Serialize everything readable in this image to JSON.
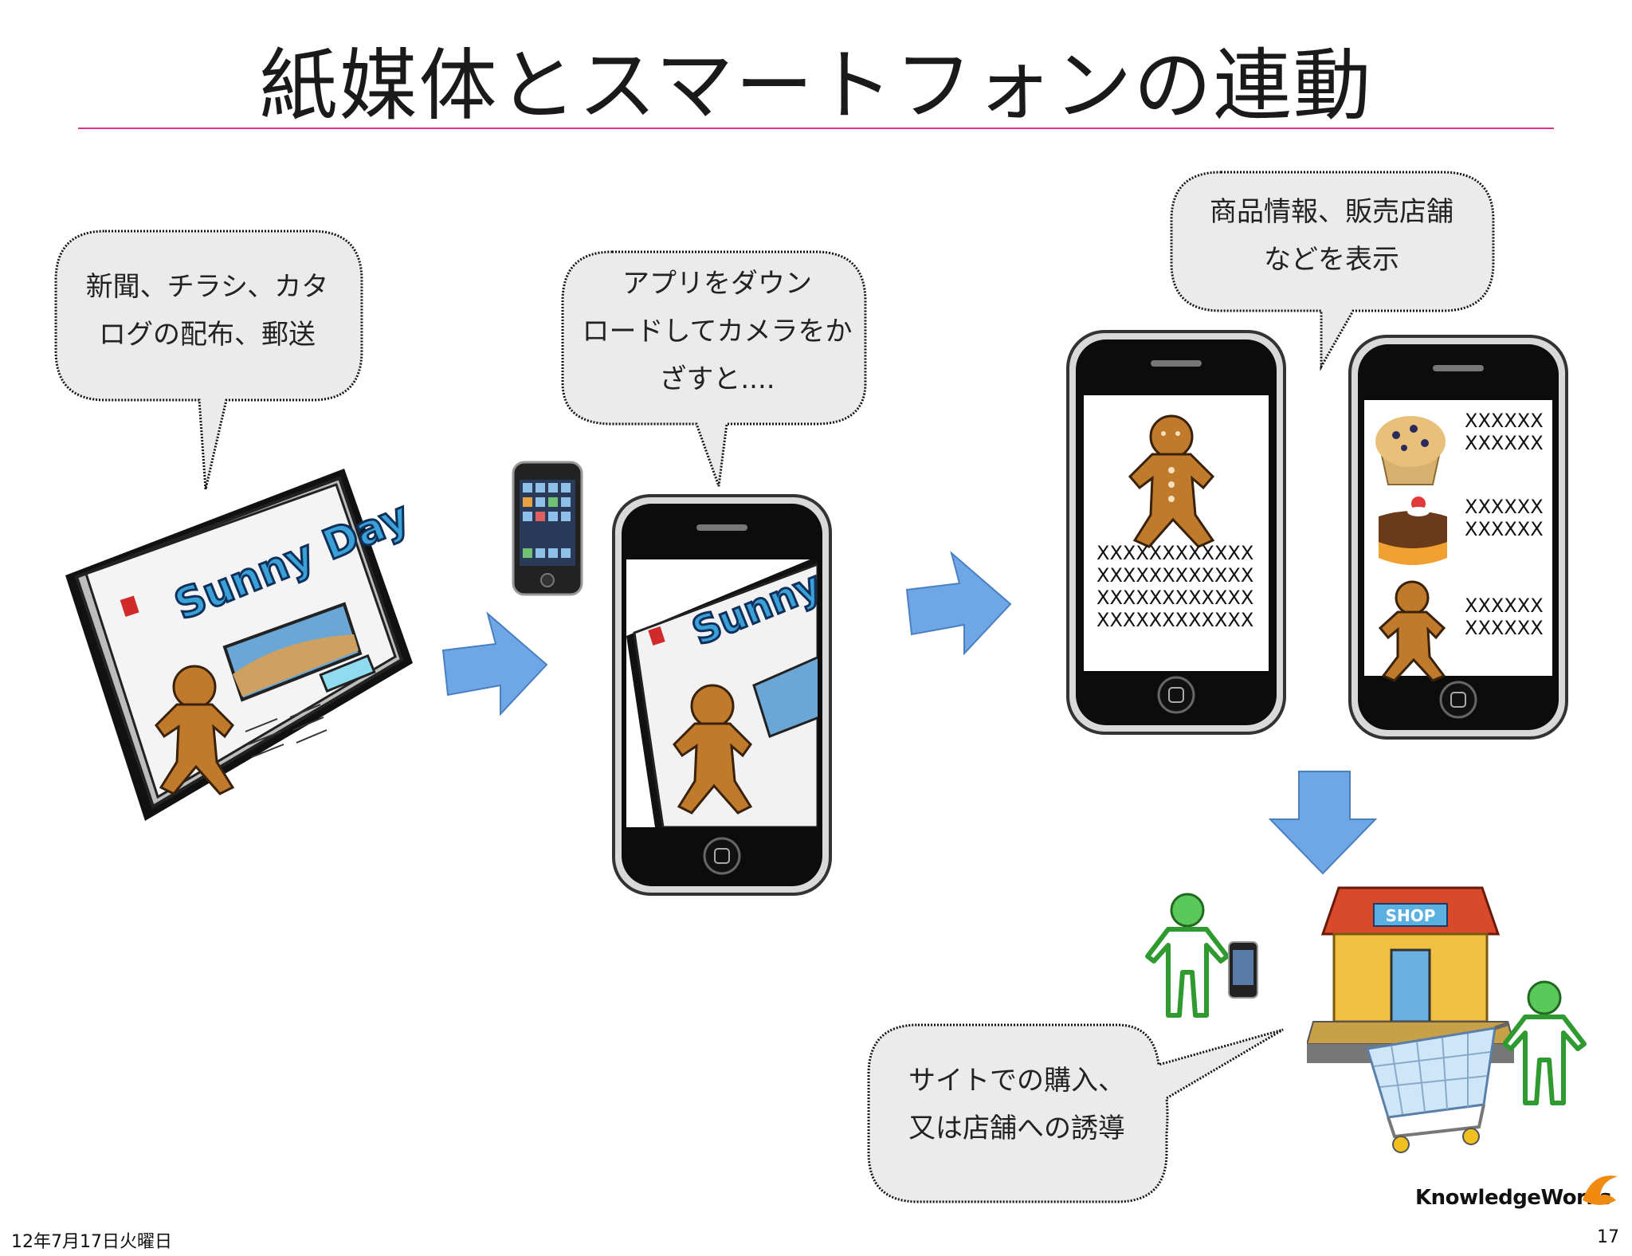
{
  "slide": {
    "title": "紙媒体とスマートフォンの連動"
  },
  "bubbles": {
    "paper": [
      "新聞、チラシ、カタ",
      "ログの配布、郵送"
    ],
    "app": [
      "アプリをダウン",
      "ロードしてカメラをか",
      "ざすと...."
    ],
    "info": [
      "商品情報、販売店舗",
      "などを表示"
    ],
    "purchase": [
      "サイトでの購入、",
      "又は店舗への誘導"
    ]
  },
  "newspaper": {
    "masthead": "Sunny Day"
  },
  "phone_b": {
    "lines": [
      "XXXXXXXXXXXX",
      "XXXXXXXXXXXX",
      "XXXXXXXXXXXX",
      "XXXXXXXXXXXX"
    ]
  },
  "phone_c": {
    "items": [
      [
        "XXXXXX",
        "XXXXXX"
      ],
      [
        "XXXXXX",
        "XXXXXX"
      ],
      [
        "XXXXXX",
        "XXXXXX"
      ]
    ]
  },
  "shop": {
    "sign": "SHOP"
  },
  "logo": {
    "text": "KnowledgeWorks"
  },
  "footer": {
    "date": "12年7月17日火曜日",
    "page": "17"
  },
  "colors": {
    "accent_rule": "#e0338a",
    "arrow": "#6fa6e6",
    "person": "#2f9a2f"
  },
  "icons": [
    "speech-bubble-icon",
    "newspaper-icon",
    "smartphone-icon",
    "arrow-right-icon",
    "arrow-down-icon",
    "gingerbread-icon",
    "muffin-icon",
    "cake-icon",
    "person-icon",
    "shop-icon",
    "shopping-cart-icon"
  ]
}
